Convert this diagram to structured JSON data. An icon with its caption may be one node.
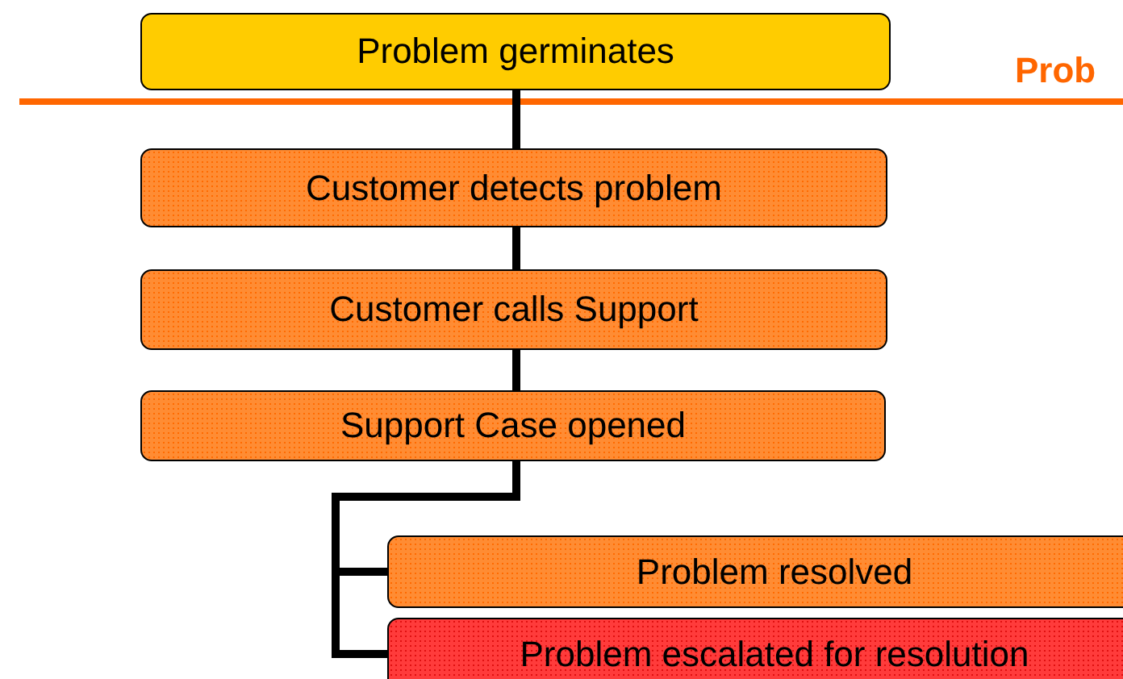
{
  "diagram": {
    "nodes": [
      {
        "text": [
          "Problem germinates"
        ]
      },
      {
        "text": [
          "Customer detects problem"
        ]
      },
      {
        "text": [
          "Customer calls Support"
        ]
      },
      {
        "text": [
          "Support Case opened"
        ]
      },
      {
        "text": [
          "Problem resolved"
        ]
      },
      {
        "text": [
          "Problem escalated for resolution"
        ]
      }
    ],
    "edges": [
      {
        "from": 0,
        "to": 1,
        "arrow": "none"
      },
      {
        "from": 1,
        "to": 2,
        "arrow": "none"
      },
      {
        "from": 2,
        "to": 3,
        "arrow": "none"
      },
      {
        "from": 3,
        "to": 4,
        "arrow": "none"
      },
      {
        "from": 3,
        "to": 5,
        "arrow": "none"
      }
    ],
    "labels": [
      "Prob"
    ]
  }
}
